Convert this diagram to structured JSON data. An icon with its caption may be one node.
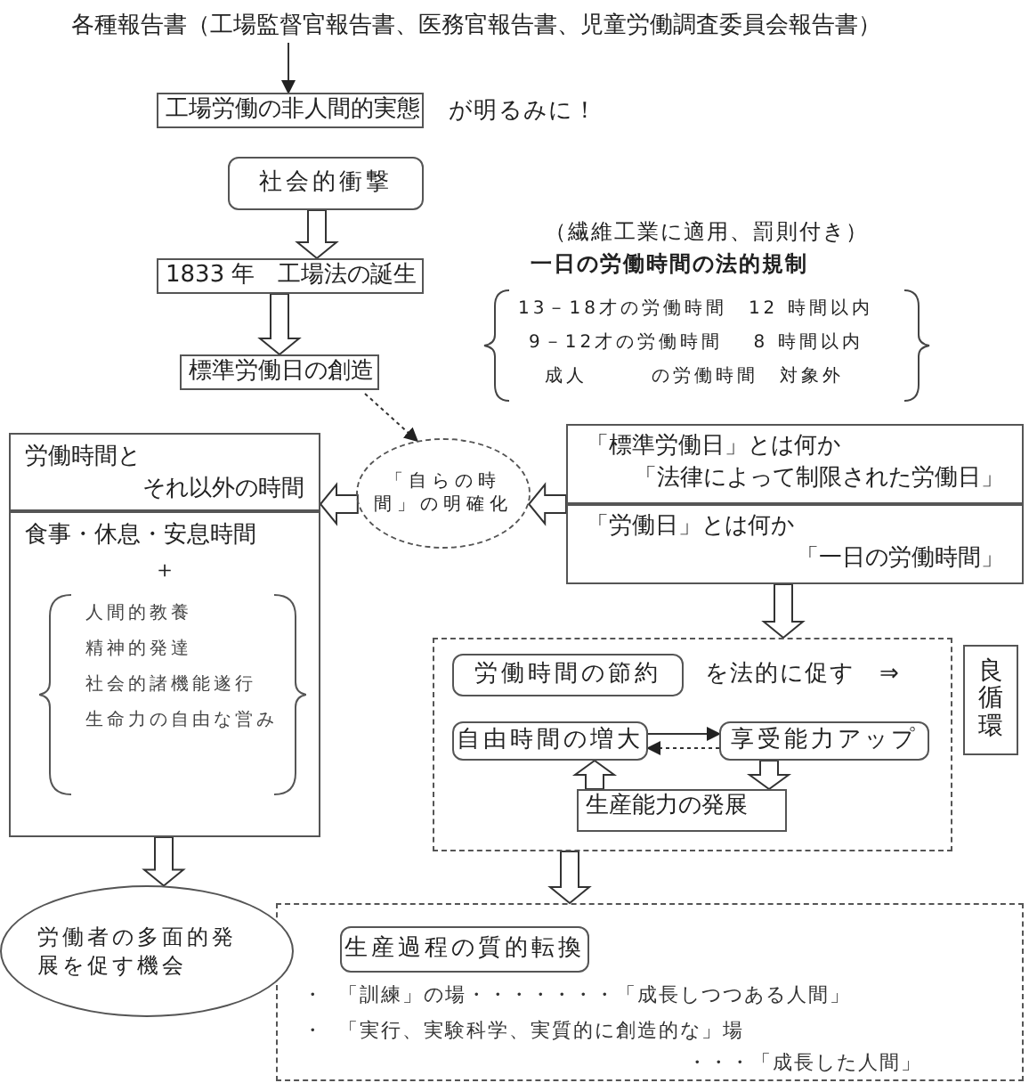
{
  "diagram": {
    "nodes": [
      {
        "text": [
          "各種報告書（工場監督官報告書、医務官報告書、児童労働調査委員会報告書）"
        ]
      },
      {
        "text": [
          "工場労働の非人間的実態"
        ],
        "beside": [
          "が明るみに！"
        ]
      },
      {
        "text": [
          "社会的衝撃"
        ]
      },
      {
        "text": [
          "1833 年　工場法の誕生"
        ]
      },
      {
        "text": [
          "標準労働日の創造"
        ]
      },
      {
        "text": [
          "労働時間と",
          "それ以外の時間"
        ]
      },
      {
        "text": [
          "食事・休息・安息時間",
          "＋",
          "人間的教養",
          "精神的発達",
          "社会的諸機能遂行",
          "生命力の自由な営み"
        ]
      },
      {
        "text": [
          "「自らの時間」の明確化"
        ]
      },
      {
        "text": [
          "「標準労働日」とは何か",
          "「法律によって制限された労働日」"
        ]
      },
      {
        "text": [
          "「労働日」とは何か",
          "「一日の労働時間」"
        ]
      },
      {
        "text": [],
        "shape": "box"
      },
      {
        "text": [
          "労働時間の節約"
        ],
        "in": 10,
        "beside": [
          "を法的に促す　⇒"
        ]
      },
      {
        "text": [
          "自由時間の増大"
        ],
        "in": 10
      },
      {
        "text": [
          "享受能力アップ"
        ],
        "in": 10
      },
      {
        "text": [
          "生産能力の発展"
        ],
        "in": 10
      },
      {
        "text": [
          "良循環"
        ]
      },
      {
        "text": [
          "労働者の多面的発展を促す機会"
        ]
      },
      {
        "text": [
          "・",
          "「訓練」の場・・・・・・・「成長しつつある人間」",
          "・",
          "「実行、実験科学、実質的に創造的な」場",
          "・・・「成長した人間」"
        ]
      },
      {
        "text": [
          "生産過程の質的転換"
        ],
        "in": 17
      }
    ],
    "edges": [
      {
        "from": 0,
        "to": 1,
        "arrow": "to"
      },
      {
        "from": 2,
        "to": 3,
        "arrow": "to",
        "style": "thick"
      },
      {
        "from": 3,
        "to": 4,
        "arrow": "to",
        "style": "thick"
      },
      {
        "from": 4,
        "to": 7,
        "arrow": "to",
        "style": "dashed"
      },
      {
        "from": 8,
        "to": 7,
        "arrow": "to",
        "style": "thick"
      },
      {
        "from": 7,
        "to": 5,
        "arrow": "to",
        "style": "thick"
      },
      {
        "from": 9,
        "to": 10,
        "arrow": "to",
        "style": "thick"
      },
      {
        "from": 12,
        "to": 13,
        "arrow": "to"
      },
      {
        "from": 13,
        "to": 12,
        "arrow": "to",
        "style": "dashed"
      },
      {
        "from": 14,
        "to": 12,
        "arrow": "to",
        "style": "thick"
      },
      {
        "from": 13,
        "to": 14,
        "arrow": "to",
        "style": "thick"
      },
      {
        "from": 6,
        "to": 16,
        "arrow": "to",
        "style": "thick"
      },
      {
        "from": 10,
        "to": 17,
        "arrow": "to",
        "style": "thick"
      }
    ],
    "labels": [
      "（繊維工業に適用、罰則付き）",
      "一日の労働時間の法的規制",
      "13－18才の労働時間　12 時間以内",
      "9－12才の労働時間　 8 時間以内",
      "成人　　　の労働時間　対象外"
    ]
  }
}
